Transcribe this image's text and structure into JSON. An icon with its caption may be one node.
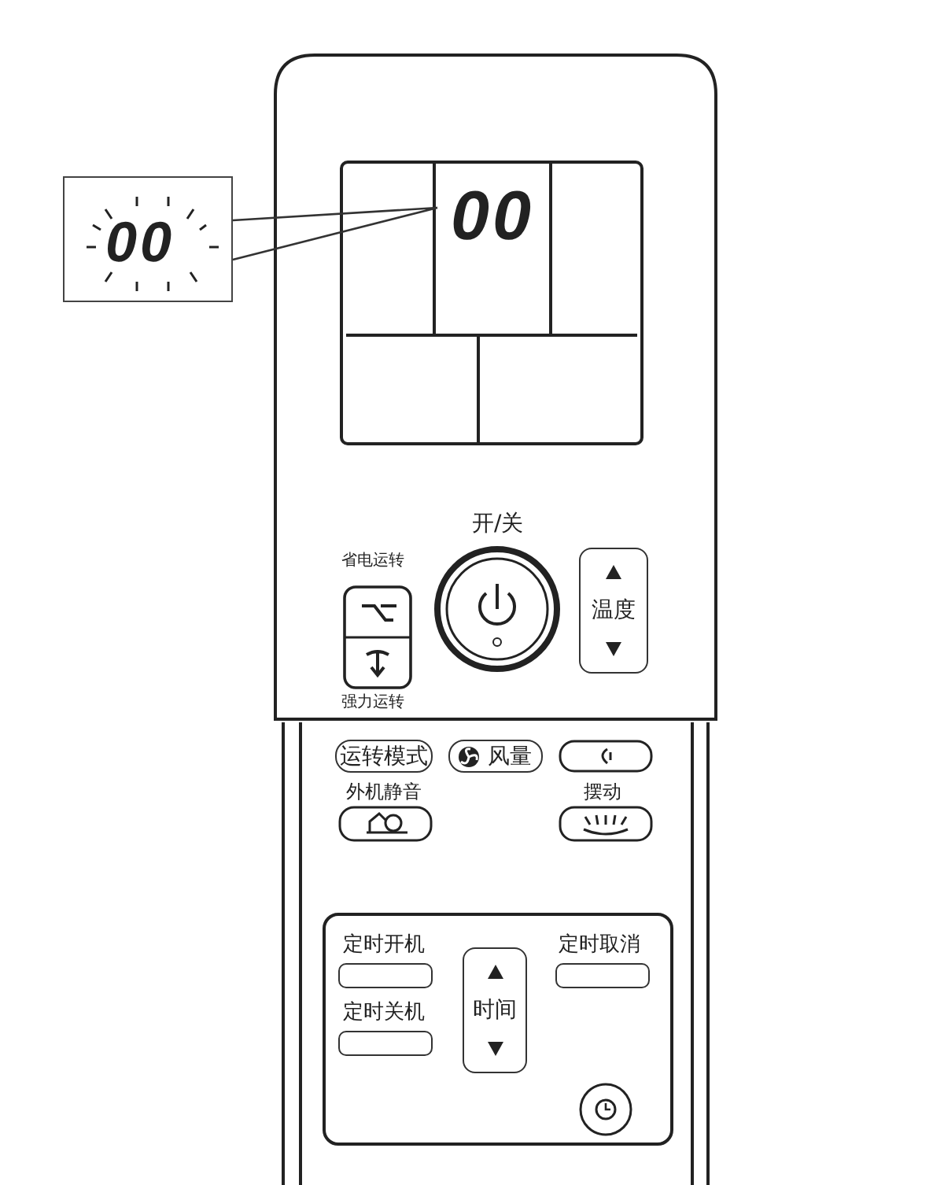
{
  "diagram": {
    "nodes": [
      {
        "text": [
          "00"
        ]
      },
      {
        "text": [
          "00"
        ]
      },
      {
        "text": [
          "温度"
        ]
      },
      {
        "text": [
          "运转模式"
        ]
      },
      {
        "text": [
          "风量"
        ]
      },
      {
        "text": [],
        "shape": "box"
      },
      {
        "text": [
          "时间"
        ],
        "in": 5
      }
    ],
    "edges": [
      {
        "from": 0,
        "to": 1,
        "arrow": "none"
      }
    ],
    "labels": [
      "开/关",
      "省电运转",
      "强力运转",
      "外机静音",
      "摆动",
      "定时开机",
      "定时取消",
      "定时关机"
    ]
  }
}
